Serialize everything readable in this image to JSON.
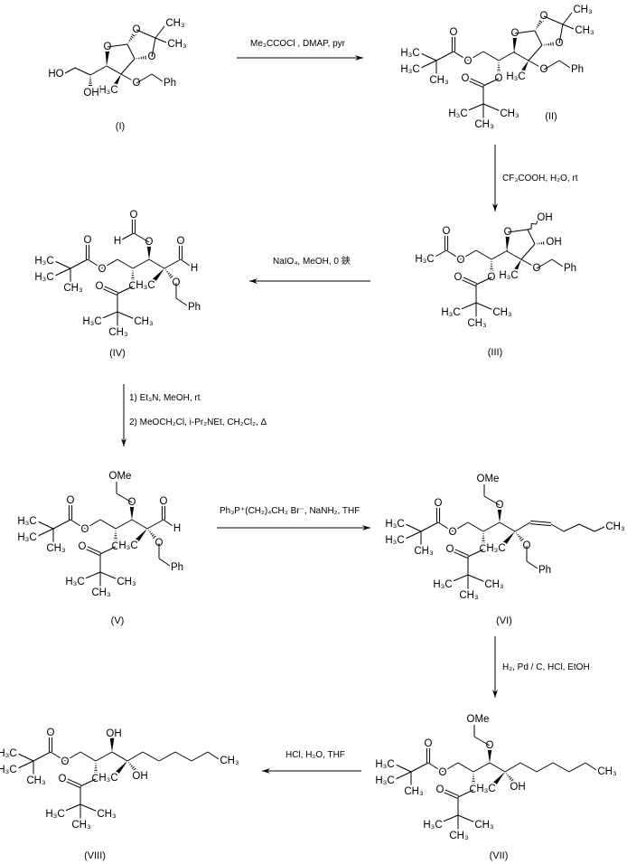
{
  "atoms": {
    "O": "O",
    "H3C": "H₃C",
    "CH3": "CH₃",
    "OMe": "OMe",
    "Ph": "Ph",
    "H": "H",
    "OH": "OH",
    "HO": "HO"
  },
  "compounds": {
    "I": "(I)",
    "II": "(II)",
    "III": "(III)",
    "IV": "(IV)",
    "V": "(V)",
    "VI": "(VI)",
    "VII": "(VII)",
    "VIII": "(VIII)"
  },
  "steps": [
    {
      "from": "I",
      "to": "II",
      "reagents": [
        "Me₃CCOCl , DMAP, pyr"
      ]
    },
    {
      "from": "II",
      "to": "III",
      "reagents": [
        "CF₃COOH, H₂O, rt"
      ]
    },
    {
      "from": "III",
      "to": "IV",
      "reagents": [
        "NaIO₄, MeOH, 0 鋏"
      ]
    },
    {
      "from": "IV",
      "to": "V",
      "reagents": [
        "1) Et₃N, MeOH, rt",
        "2) MeOCH₂Cl, i-Pr₂NEt, CH₂Cl₂, Δ"
      ]
    },
    {
      "from": "V",
      "to": "VI",
      "reagents": [
        "Ph₃P⁺(CH₂)₄CH₃ Br⁻, NaNH₂, THF"
      ]
    },
    {
      "from": "VI",
      "to": "VII",
      "reagents": [
        "H₂, Pd / C, HCl, EtOH"
      ]
    },
    {
      "from": "VII",
      "to": "VIII",
      "reagents": [
        "HCl, H₂O, THF"
      ]
    }
  ]
}
